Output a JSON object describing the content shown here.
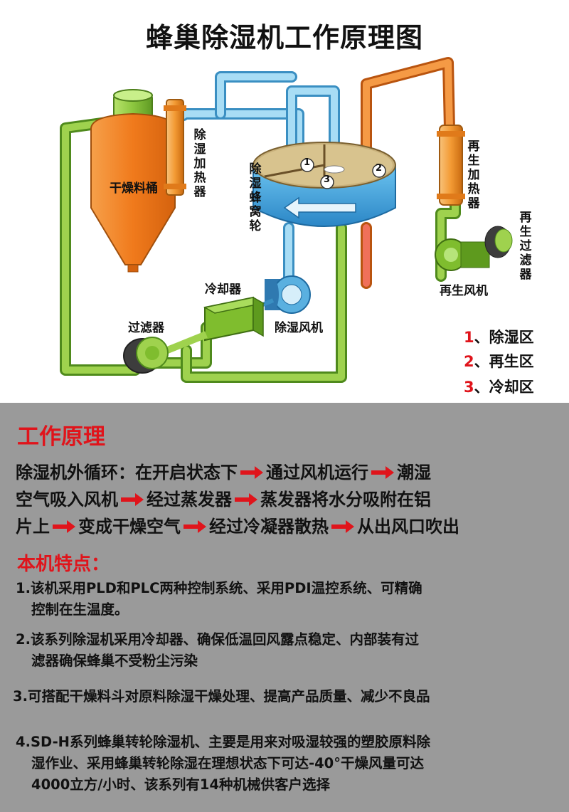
{
  "diagram": {
    "title": "蜂巢除湿机工作原理图",
    "labels": {
      "dryer_barrel": "干燥料桶",
      "dehum_heater": "除湿加热器",
      "honeycomb_wheel": "除湿蜂窝轮",
      "regen_heater": "再生加热器",
      "regen_filter": "再生过滤器",
      "regen_fan": "再生风机",
      "cooler": "冷却器",
      "filter": "过滤器",
      "dehum_fan": "除湿风机"
    },
    "wheel_numbers": [
      "1",
      "2",
      "3"
    ],
    "zones": [
      {
        "num": "1",
        "sep": "、",
        "label": "除湿区"
      },
      {
        "num": "2",
        "sep": "、",
        "label": "再生区"
      },
      {
        "num": "3",
        "sep": "、",
        "label": "冷却区"
      }
    ]
  },
  "principle": {
    "heading": "工作原理",
    "lines": [
      [
        "除湿机外循环：在开启状态下",
        "通过风机运行",
        "潮湿"
      ],
      [
        "空气吸入风机",
        "经过蒸发器",
        "蒸发器将水分吸附在铝"
      ],
      [
        "片上",
        "变成干燥空气",
        "经过冷凝器散热",
        "从出风口吹出"
      ]
    ]
  },
  "features": {
    "heading": "本机特点：",
    "items": [
      {
        "line1": "1.该机采用PLD和PLC两种控制系统、采用PDI温控系统、可精确",
        "line2": "控制在生温度。"
      },
      {
        "line1": "2.该系列除湿机采用冷却器、确保低温回风露点稳定、内部装有过",
        "line2": "滤器确保蜂巢不受粉尘污染"
      },
      {
        "line1": "3.可搭配干燥料斗对原料除湿干燥处理、提高产品质量、减少不良品",
        "line2": ""
      },
      {
        "line1": "4.SD-H系列蜂巢转轮除湿机、主要是用来对吸湿较强的塑胶原料除",
        "line2": "湿作业、采用蜂巢转轮除湿在理想状态下可达-40°干燥风量可达",
        "line3": "4000立方/小时、该系列有14种机械供客户选择"
      }
    ]
  },
  "colors": {
    "accent_red": "#e0141b",
    "pipe_green": "#8cc63f",
    "pipe_blue": "#8fd0f0",
    "pipe_orange": "#f0882a",
    "wheel_blue": "#3aa0dc",
    "background_gray": "#9a9a9a"
  }
}
